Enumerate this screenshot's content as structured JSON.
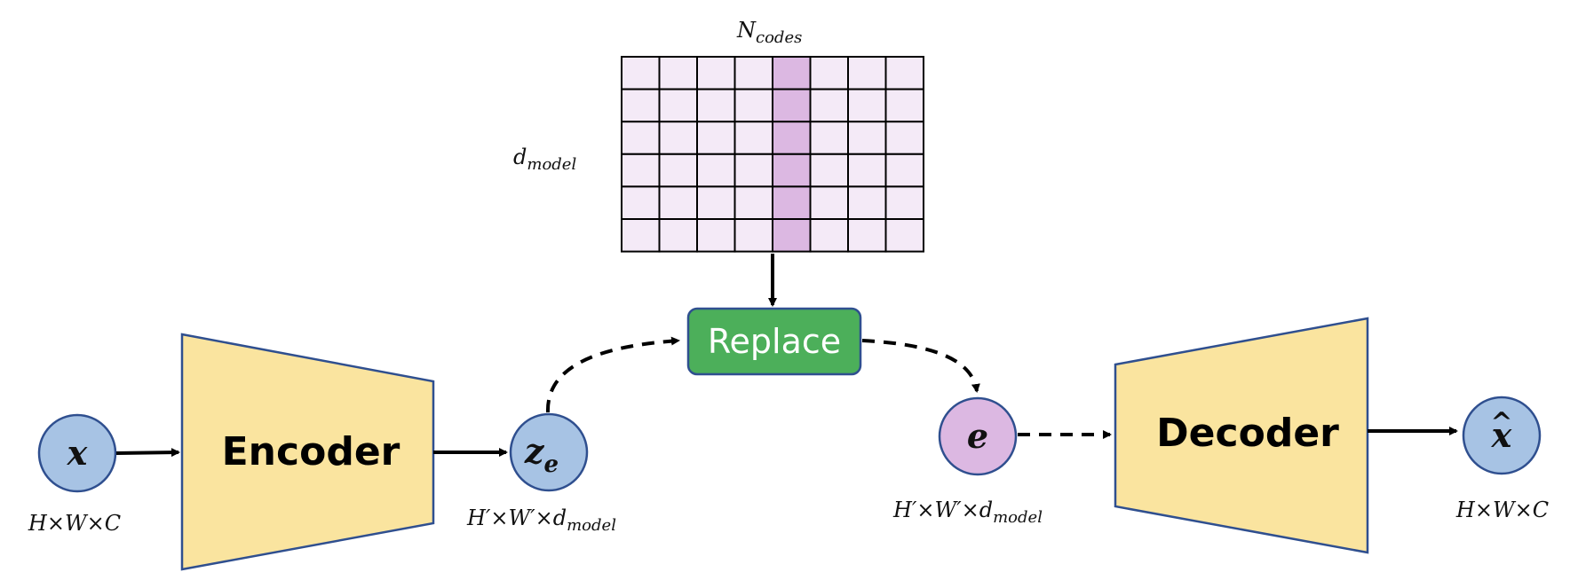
{
  "colors": {
    "trapezoid_fill": "#fae49f",
    "trapezoid_stroke": "#2f4f8f",
    "node_blue": "#a7c3e4",
    "node_pink": "#dcb8e2",
    "node_stroke": "#2f4f8f",
    "grid_cell": "#f4eaf7",
    "grid_highlight": "#dcb8e2",
    "replace_fill": "#4caf5a",
    "replace_stroke": "#2f4f8f",
    "arrow": "#000000"
  },
  "codebook": {
    "columns_label_main": "N",
    "columns_label_sub": "codes",
    "rows_label_main": "d",
    "rows_label_sub": "model",
    "columns": 8,
    "rows": 6,
    "highlight_column": 5
  },
  "nodes": {
    "x": {
      "label": "x",
      "shape_label_main": "H×W×C"
    },
    "ze": {
      "label_main": "z",
      "label_sub": "e",
      "shape_main": "H′×W′×d",
      "shape_sub": "model"
    },
    "e": {
      "label": "e",
      "shape_main": "H′×W′×d",
      "shape_sub": "model"
    },
    "xhat": {
      "label": "x",
      "hat": "^",
      "shape_label_main": "H×W×C"
    }
  },
  "blocks": {
    "encoder": "Encoder",
    "decoder": "Decoder",
    "replace": "Replace"
  }
}
